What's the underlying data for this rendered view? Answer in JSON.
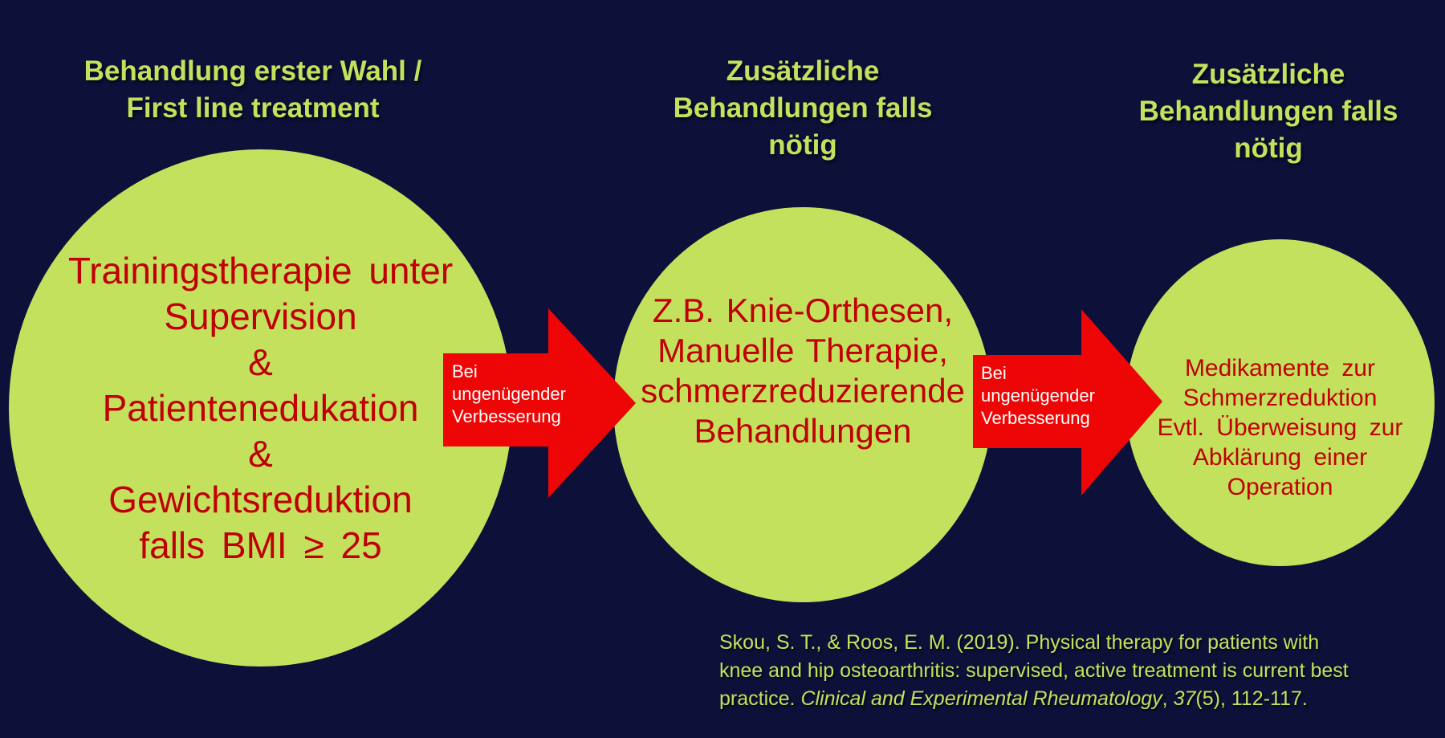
{
  "colors": {
    "background": "#0d1038",
    "circle_fill": "#c4e15e",
    "heading_text": "#c4e15e",
    "circle_text": "#c00000",
    "arrow_fill": "#ee0505",
    "arrow_text": "#ffffff",
    "citation_text": "#c4e15e"
  },
  "headers": {
    "first": "Behandlung erster Wahl /\nFirst line treatment",
    "second": "Zusätzliche\nBehandlungen falls\nnötig",
    "third": "Zusätzliche\nBehandlungen falls\nnötig"
  },
  "circles": {
    "first": "Trainingstherapie unter\nSupervision\n&\nPatientenedukation\n&\nGewichtsreduktion\nfalls BMI ≥ 25",
    "second": "Z.B. Knie-Orthesen,\nManuelle Therapie,\nschmerzreduzierende\nBehandlungen",
    "third": "Medikamente zur\nSchmerzreduktion\nEvtl. Überweisung zur\nAbklärung einer\nOperation"
  },
  "arrows": {
    "first_label": "Bei\nungenügender\nVerbesserung",
    "second_label": "Bei\nungenügender\nVerbesserung"
  },
  "citation": {
    "line1": "Skou, S. T., & Roos, E. M. (2019). Physical therapy for patients with",
    "line2": "knee and hip osteoarthritis: supervised, active treatment is current best",
    "line3_prefix": "practice. ",
    "line3_journal": "Clinical and Experimental Rheumatology",
    "line3_sep": ", ",
    "line3_volume": "37",
    "line3_suffix": "(5), 112-117."
  }
}
